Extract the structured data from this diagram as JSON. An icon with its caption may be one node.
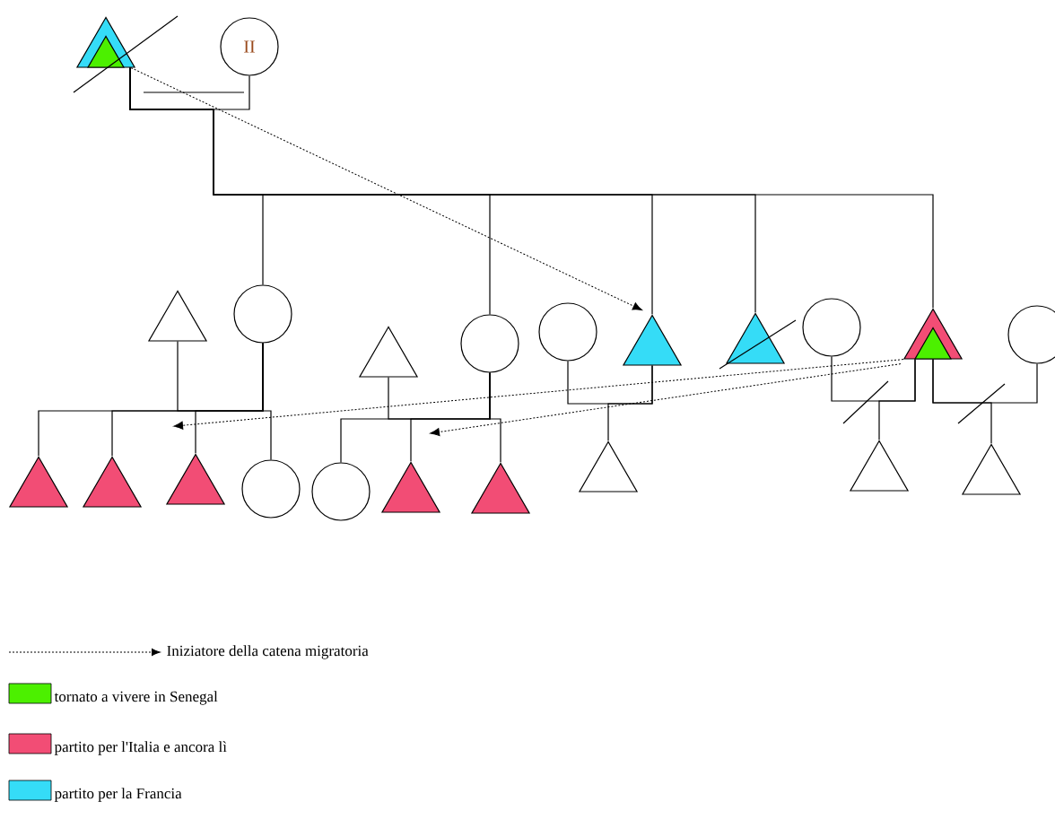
{
  "diagram": {
    "nodes": [
      {
        "text": [],
        "shape": "triangle"
      },
      {
        "text": [
          "II"
        ]
      },
      {
        "text": [],
        "shape": "circle"
      },
      {
        "text": [],
        "shape": "triangle"
      },
      {
        "text": [],
        "shape": "triangle"
      },
      {
        "text": [],
        "shape": "triangle"
      },
      {
        "text": [],
        "shape": "triangle"
      },
      {
        "text": [],
        "shape": "circle"
      },
      {
        "text": [],
        "shape": "triangle"
      },
      {
        "text": [],
        "shape": "circle"
      },
      {
        "text": [],
        "shape": "circle"
      },
      {
        "text": [],
        "shape": "triangle"
      },
      {
        "text": [],
        "shape": "triangle"
      },
      {
        "text": [],
        "shape": "circle"
      },
      {
        "text": [],
        "shape": "triangle"
      },
      {
        "text": [],
        "shape": "triangle"
      },
      {
        "text": [],
        "shape": "triangle"
      },
      {
        "text": [],
        "shape": "circle"
      },
      {
        "text": [],
        "shape": "triangle"
      },
      {
        "text": [],
        "shape": "triangle"
      },
      {
        "text": [],
        "shape": "circle"
      },
      {
        "text": [],
        "shape": "triangle"
      }
    ],
    "edges": [
      {
        "from": 0,
        "to": 1,
        "arrow": "none"
      },
      {
        "from": 0,
        "to": 2,
        "arrow": "none"
      },
      {
        "from": 0,
        "to": 9,
        "arrow": "none"
      },
      {
        "from": 0,
        "to": 14,
        "arrow": "none"
      },
      {
        "from": 0,
        "to": 16,
        "arrow": "none"
      },
      {
        "from": 0,
        "to": 18,
        "arrow": "none"
      },
      {
        "from": 3,
        "to": 2,
        "arrow": "none"
      },
      {
        "from": 2,
        "to": 4,
        "arrow": "none"
      },
      {
        "from": 2,
        "to": 5,
        "arrow": "none"
      },
      {
        "from": 2,
        "to": 6,
        "arrow": "none"
      },
      {
        "from": 2,
        "to": 7,
        "arrow": "none"
      },
      {
        "from": 8,
        "to": 9,
        "arrow": "none"
      },
      {
        "from": 9,
        "to": 10,
        "arrow": "none"
      },
      {
        "from": 9,
        "to": 11,
        "arrow": "none"
      },
      {
        "from": 9,
        "to": 12,
        "arrow": "none"
      },
      {
        "from": 13,
        "to": 14,
        "arrow": "none"
      },
      {
        "from": 14,
        "to": 15,
        "arrow": "none"
      },
      {
        "from": 17,
        "to": 18,
        "arrow": "none"
      },
      {
        "from": 18,
        "to": 19,
        "arrow": "none"
      },
      {
        "from": 18,
        "to": 20,
        "arrow": "none"
      },
      {
        "from": 18,
        "to": 21,
        "arrow": "none"
      },
      {
        "from": 0,
        "to": 14,
        "arrow": "to",
        "style": "dashed"
      },
      {
        "from": 18,
        "to": 6,
        "arrow": "to",
        "style": "dashed"
      },
      {
        "from": 18,
        "to": 11,
        "arrow": "to",
        "style": "dashed"
      }
    ],
    "legend": [
      {
        "text": "Iniziatore della catena migratoria"
      },
      {
        "text": "tornato a vivere in Senegal",
        "color": "#4cf000"
      },
      {
        "text": "partito per l'Italia e ancora lì",
        "color": "#f24d75"
      },
      {
        "text": "partito per la Francia",
        "color": "#35dcf7"
      }
    ]
  }
}
